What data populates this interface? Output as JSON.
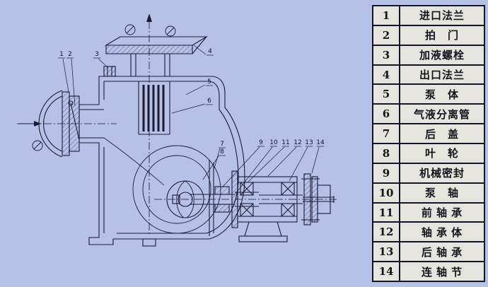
{
  "page": {
    "background": "#b5c2e5",
    "line_color": "#1a1a33",
    "table_cell_color": "#e5e5dd"
  },
  "diagram": {
    "type": "pump-cross-section",
    "callouts": [
      "1",
      "2",
      "3",
      "4",
      "5",
      "6",
      "7",
      "8",
      "9",
      "10",
      "11",
      "12",
      "13",
      "14"
    ]
  },
  "table": {
    "rows": [
      {
        "num": "1",
        "label": "进口法兰"
      },
      {
        "num": "2",
        "label": "拍　门"
      },
      {
        "num": "3",
        "label": "加液螺栓"
      },
      {
        "num": "4",
        "label": "出口法兰"
      },
      {
        "num": "5",
        "label": "泵　体"
      },
      {
        "num": "6",
        "label": "气液分离管"
      },
      {
        "num": "7",
        "label": "后　盖"
      },
      {
        "num": "8",
        "label": "叶　轮"
      },
      {
        "num": "9",
        "label": "机械密封"
      },
      {
        "num": "10",
        "label": "泵　轴"
      },
      {
        "num": "11",
        "label": "前 轴 承"
      },
      {
        "num": "12",
        "label": "轴 承 体"
      },
      {
        "num": "13",
        "label": "后 轴 承"
      },
      {
        "num": "14",
        "label": "连 轴 节"
      }
    ]
  }
}
